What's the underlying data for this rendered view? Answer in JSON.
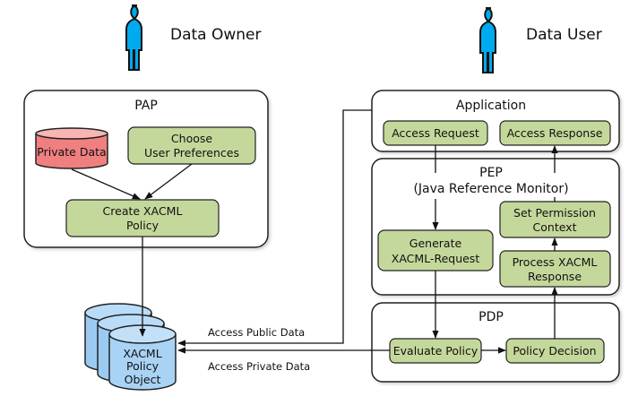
{
  "diagram": {
    "actors": [
      {
        "id": "owner",
        "label": "Data Owner",
        "icon": "person-icon"
      },
      {
        "id": "user",
        "label": "Data User",
        "icon": "person-icon"
      }
    ],
    "panels": {
      "pap": {
        "title": "PAP"
      },
      "application": {
        "title": "Application"
      },
      "pep": {
        "title": "PEP",
        "subtitle": "(Java Reference Monitor)"
      },
      "pdp": {
        "title": "PDP"
      }
    },
    "nodes": {
      "private_data": {
        "lines": [
          "Private Data"
        ],
        "shape": "cylinder"
      },
      "choose_prefs": {
        "lines": [
          "Choose",
          "User Preferences"
        ]
      },
      "create_policy": {
        "lines": [
          "Create XACML",
          "Policy"
        ]
      },
      "access_request": {
        "lines": [
          "Access Request"
        ]
      },
      "access_response": {
        "lines": [
          "Access Response"
        ]
      },
      "set_permission": {
        "lines": [
          "Set Permission",
          "Context"
        ]
      },
      "generate_request": {
        "lines": [
          "Generate",
          "XACML-Request"
        ]
      },
      "process_response": {
        "lines": [
          "Process XACML",
          "Response"
        ]
      },
      "evaluate_policy": {
        "lines": [
          "Evaluate Policy"
        ]
      },
      "policy_decision": {
        "lines": [
          "Policy Decision"
        ]
      },
      "policy_object": {
        "lines": [
          "XACML",
          "Policy",
          "Object"
        ],
        "shape": "stacked-cylinders"
      }
    },
    "edges": [
      {
        "from": "private_data",
        "to": "create_policy"
      },
      {
        "from": "choose_prefs",
        "to": "create_policy"
      },
      {
        "from": "create_policy",
        "to": "policy_object"
      },
      {
        "from": "access_request",
        "to": "generate_request"
      },
      {
        "from": "generate_request",
        "to": "evaluate_policy"
      },
      {
        "from": "evaluate_policy",
        "to": "policy_decision"
      },
      {
        "from": "policy_decision",
        "to": "process_response"
      },
      {
        "from": "process_response",
        "to": "set_permission"
      },
      {
        "from": "set_permission",
        "to": "access_response"
      },
      {
        "from": "application",
        "to": "policy_object",
        "label": "Access Public Data"
      },
      {
        "from": "evaluate_policy",
        "to": "policy_object",
        "label": "Access Private Data"
      }
    ],
    "colors": {
      "green_fill": "#c5d89b",
      "red_fill": "#f08080",
      "blue_fill": "#a9d3f5",
      "person": "#00aaee",
      "stroke": "#222222"
    }
  }
}
